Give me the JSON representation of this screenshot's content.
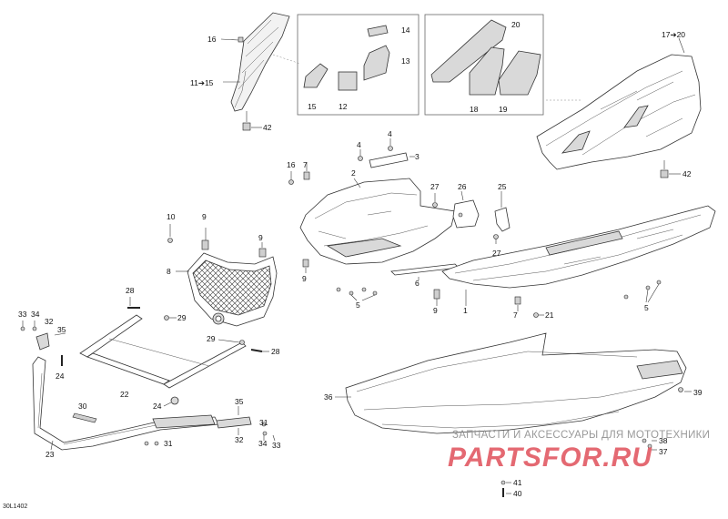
{
  "figure_code": "30L1402",
  "watermark": {
    "text": "ЗАПЧАСТИ И АКСЕССУАРЫ ДЛЯ МОТОТЕХНИКИ",
    "logo": "PARTSFOR.RU"
  },
  "callouts": {
    "c1": "1",
    "c2": "2",
    "c3": "3",
    "c4a": "4",
    "c4b": "4",
    "c5a": "5",
    "c5b": "5",
    "c6": "6",
    "c7a": "7",
    "c7b": "7",
    "c8": "8",
    "c9a": "9",
    "c9b": "9",
    "c9c": "9",
    "c9d": "9",
    "c10": "10",
    "c11": "11➔15",
    "c12": "12",
    "c13": "13",
    "c14": "14",
    "c15": "15",
    "c16a": "16",
    "c16b": "16",
    "c17": "17➔20",
    "c18": "18",
    "c19": "19",
    "c20": "20",
    "c21": "21",
    "c22": "22",
    "c23": "23",
    "c24a": "24",
    "c24b": "24",
    "c25": "25",
    "c26": "26",
    "c27a": "27",
    "c27b": "27",
    "c28a": "28",
    "c28b": "28",
    "c29a": "29",
    "c29b": "29",
    "c30": "30",
    "c31a": "31",
    "c31b": "31",
    "c32a": "32",
    "c32b": "32",
    "c33a": "33",
    "c33b": "33",
    "c34a": "34",
    "c34b": "34",
    "c35a": "35",
    "c35b": "35",
    "c36": "36",
    "c37": "37",
    "c38": "38",
    "c39": "39",
    "c40": "40",
    "c41": "41",
    "c42a": "42",
    "c42b": "42"
  }
}
